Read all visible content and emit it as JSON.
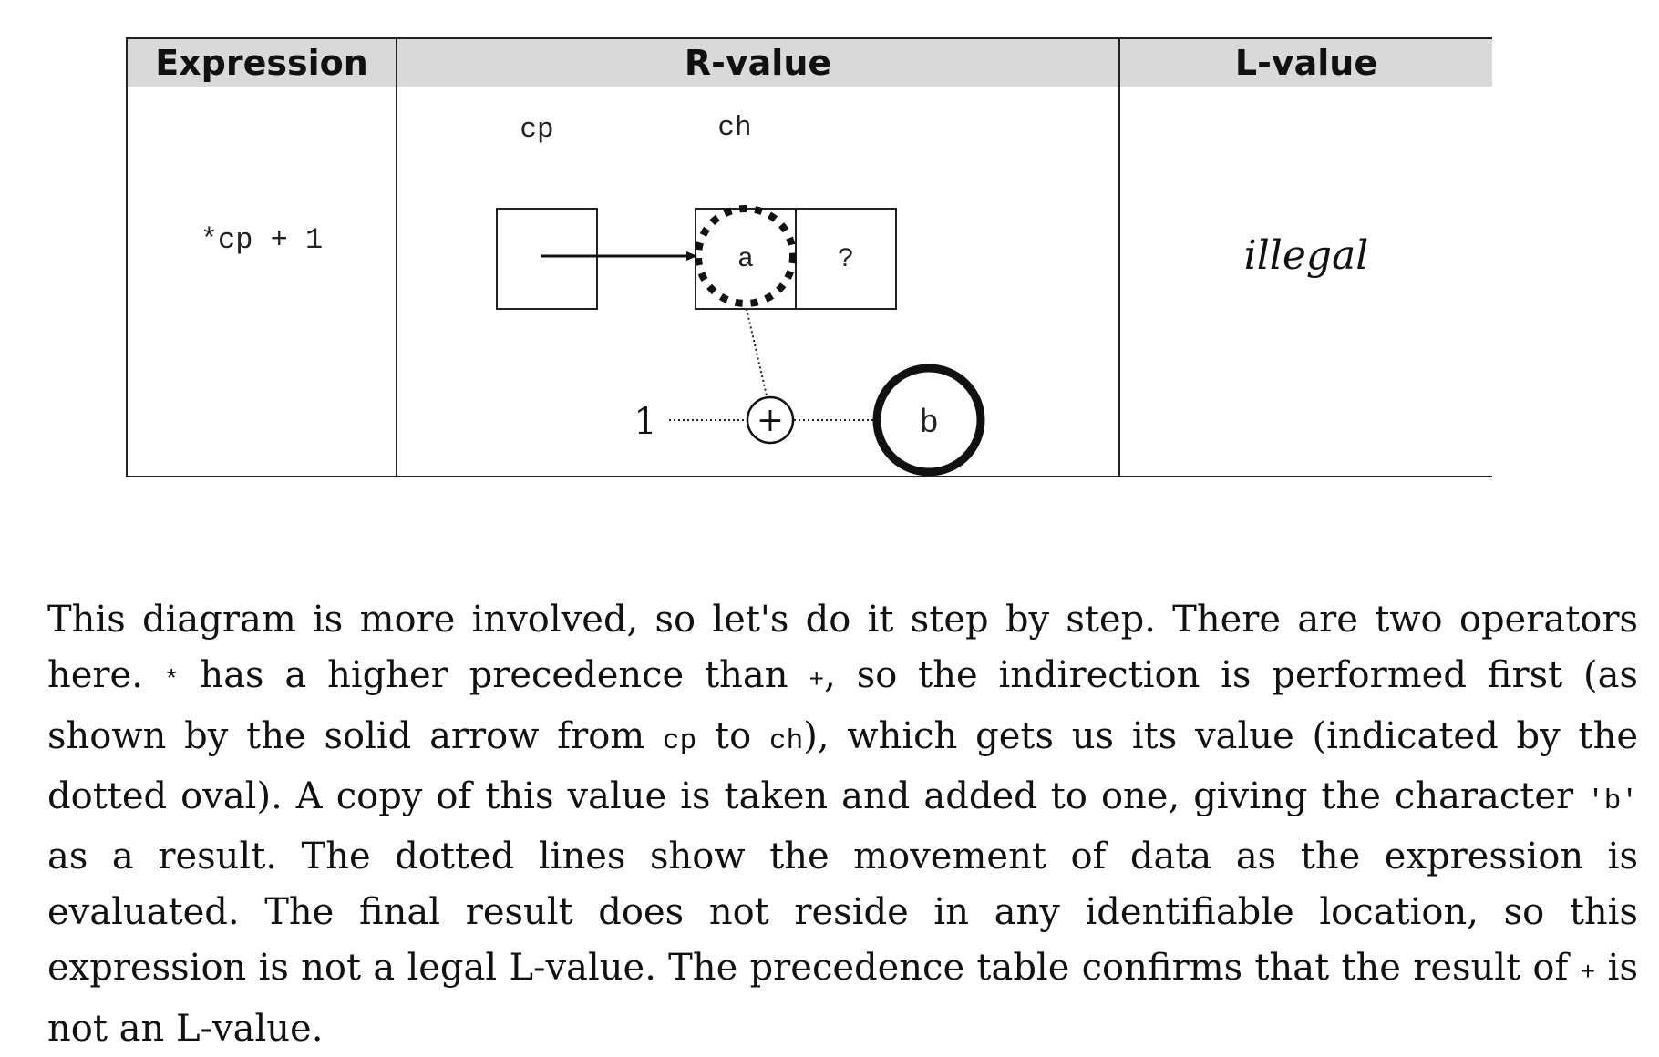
{
  "table": {
    "headers": {
      "expression": "Expression",
      "rvalue": "R-value",
      "lvalue": "L-value"
    },
    "row": {
      "expression": "*cp + 1",
      "lvalue": "illegal"
    }
  },
  "diagram": {
    "cp_label": "cp",
    "ch_label": "ch",
    "ch_value": "a",
    "next_value": "?",
    "operand": "1",
    "operator": "+",
    "result": "b"
  },
  "paragraph": {
    "t1": "This diagram is more involved, so let's do it step by step.  There are two operators here. ",
    "sym_star": "*",
    "t2": " has a higher precedence than ",
    "sym_plus1": "+",
    "t3": ", so the indirection is performed first (as shown by the solid arrow from ",
    "code_cp": "cp",
    "t4": " to ",
    "code_ch": "ch",
    "t5": "), which gets us its value (indicated by the dotted oval).  A copy of this value is taken and added to one, giving the character ",
    "code_b": "'b'",
    "t6": " as a result. The dotted lines show the movement of data as the expression is evaluated. The final result does not reside in any identifiable location, so this expression is not a legal L-value. The precedence table confirms that the result of ",
    "sym_plus2": "+",
    "t7": " is not an L-value."
  }
}
